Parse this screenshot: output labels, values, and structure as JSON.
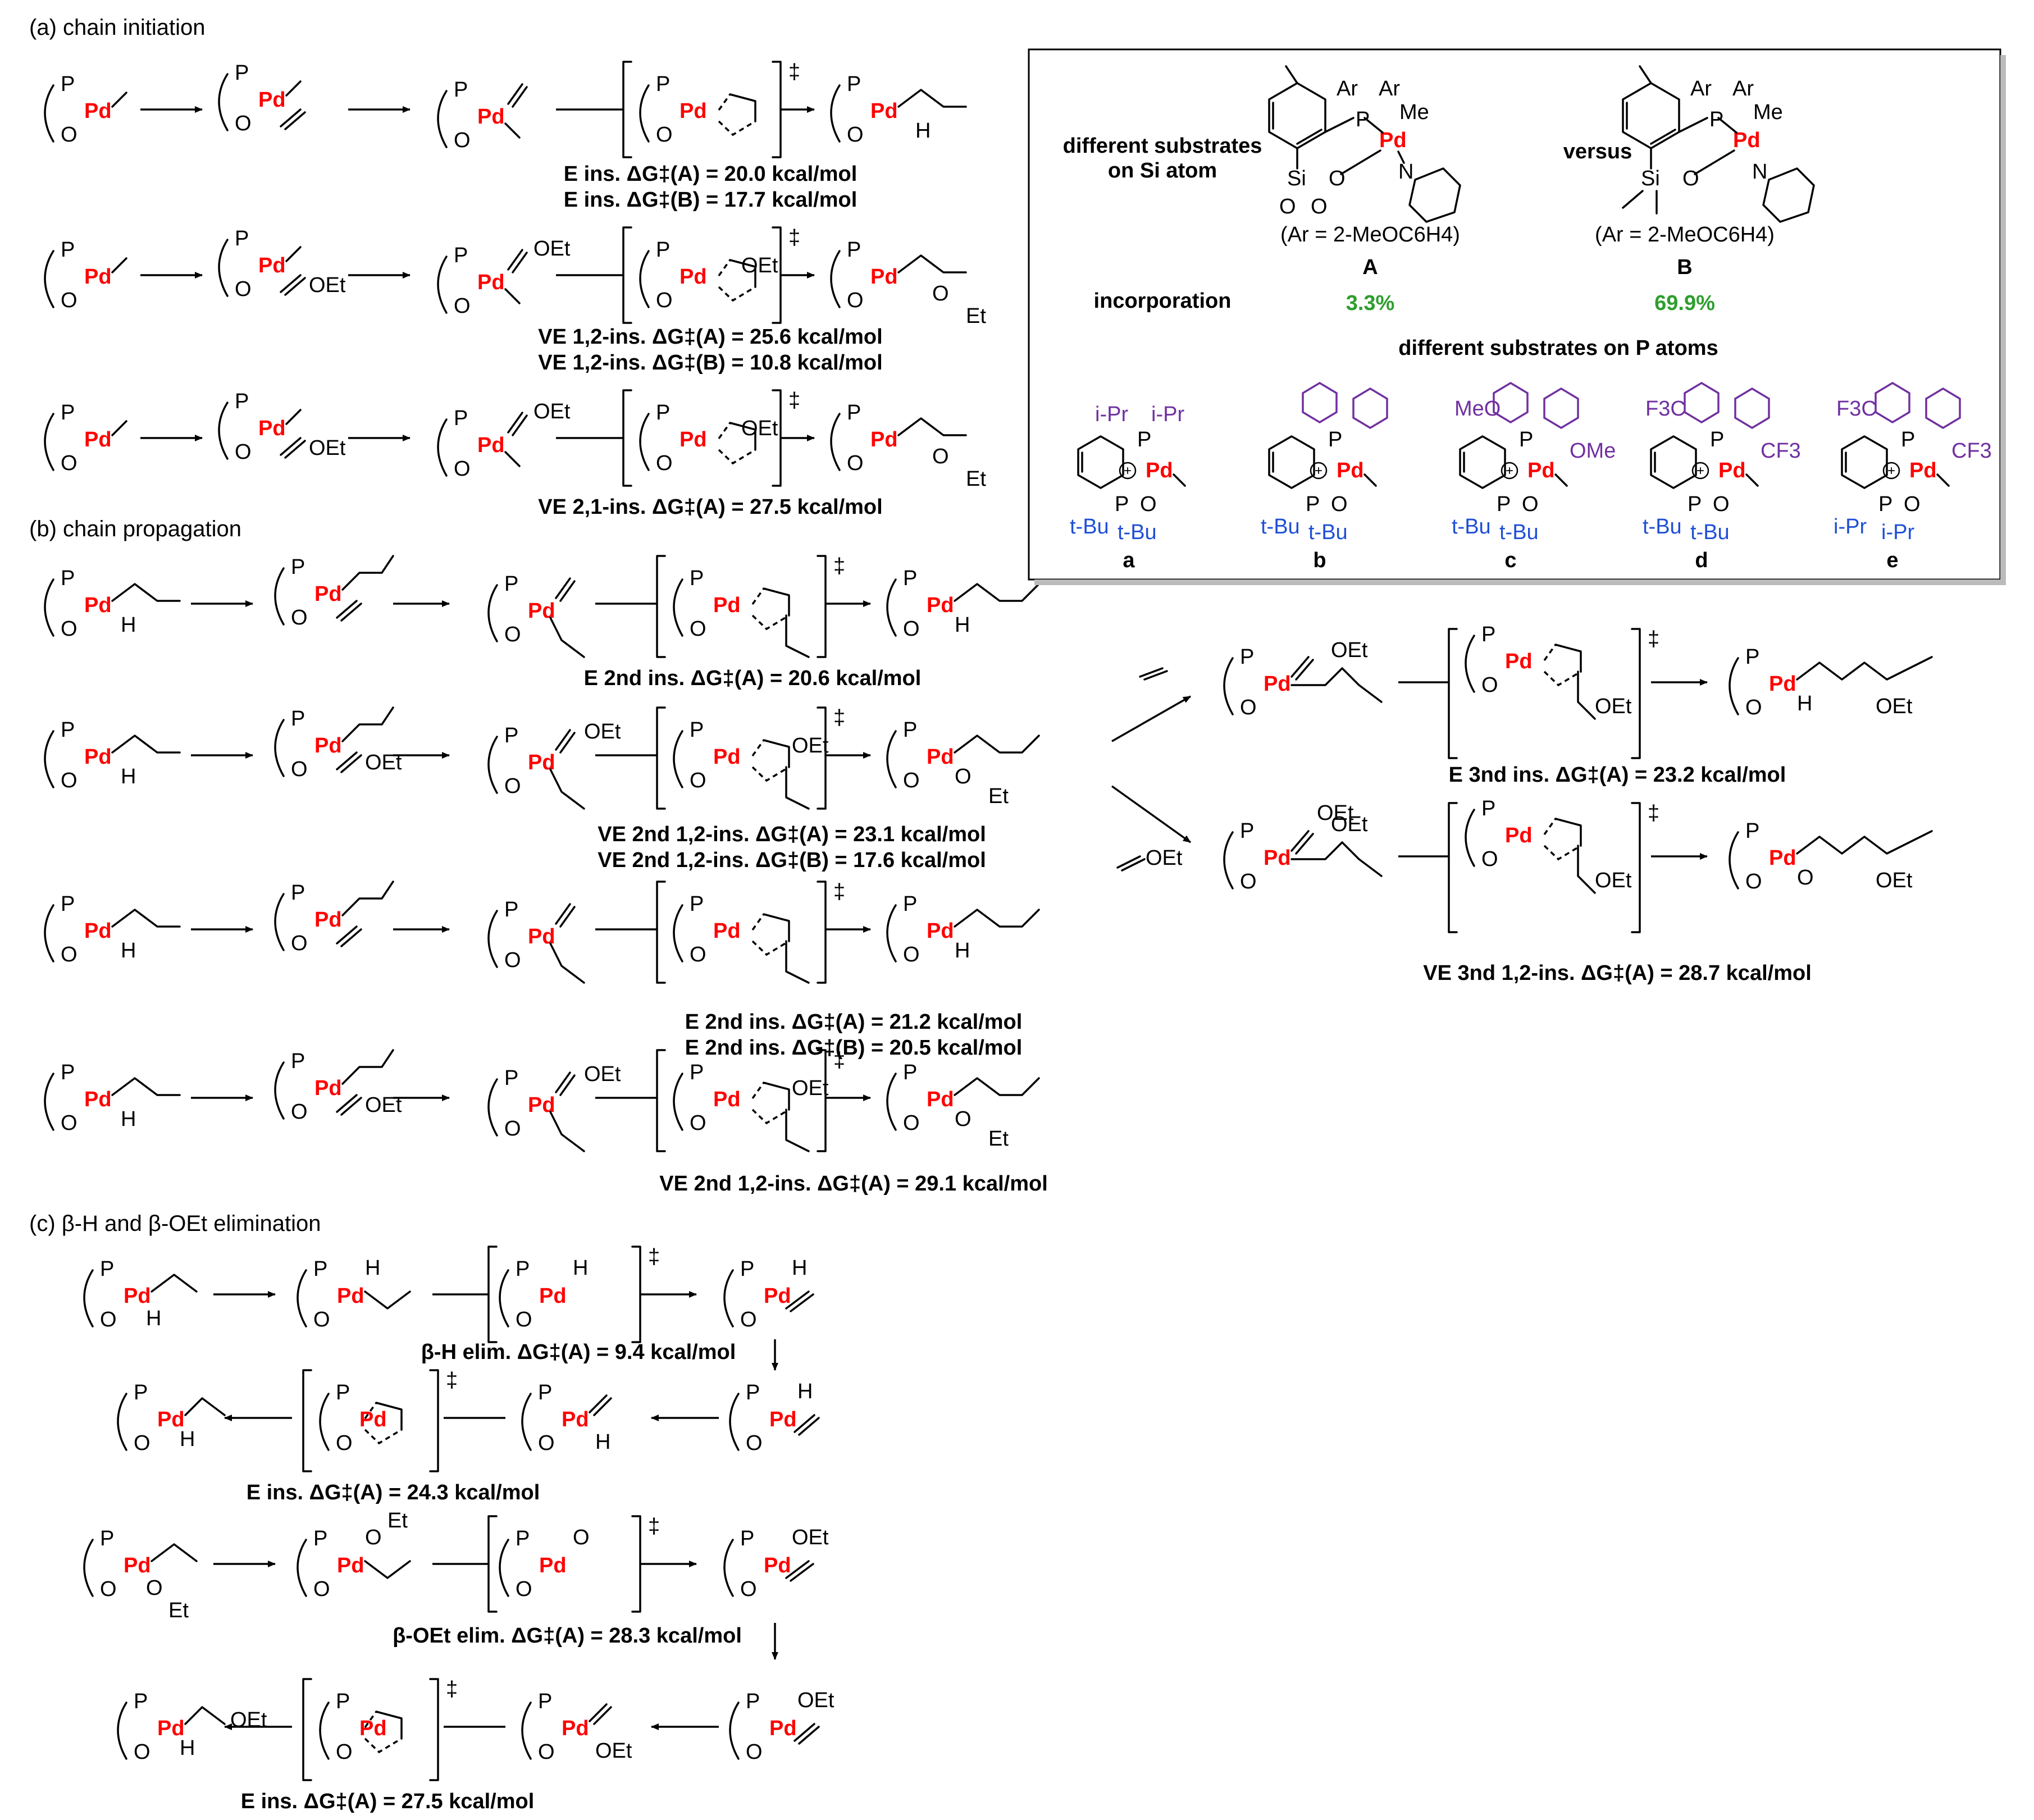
{
  "sections": {
    "a": "(a) chain initiation",
    "b": "(b) chain propagation",
    "c": "(c) β-H and β-OEt elimination"
  },
  "atoms": {
    "P": "P",
    "O": "O",
    "Pd": "Pd",
    "H": "H",
    "OEt": "OEt",
    "Et": "Et",
    "ts": "‡"
  },
  "labels": {
    "a1": [
      "E ins. ΔG‡(A) = 20.0 kcal/mol",
      "E ins. ΔG‡(B) = 17.7 kcal/mol"
    ],
    "a2": [
      "VE 1,2-ins. ΔG‡(A) = 25.6 kcal/mol",
      "VE 1,2-ins. ΔG‡(B) = 10.8 kcal/mol"
    ],
    "a3": [
      "VE 2,1-ins. ΔG‡(A) = 27.5 kcal/mol"
    ],
    "b1": [
      "E 2nd ins. ΔG‡(A) = 20.6 kcal/mol"
    ],
    "b2": [
      "VE 2nd 1,2-ins. ΔG‡(A) = 23.1 kcal/mol",
      "VE 2nd 1,2-ins. ΔG‡(B) = 17.6 kcal/mol"
    ],
    "b3": [
      "E 2nd ins. ΔG‡(A) = 21.2 kcal/mol",
      "E 2nd ins. ΔG‡(B) = 20.5 kcal/mol"
    ],
    "b4": [
      "VE 2nd 1,2-ins. ΔG‡(A) = 29.1 kcal/mol"
    ],
    "b5": [
      "E 3nd ins. ΔG‡(A) = 23.2 kcal/mol"
    ],
    "b6": [
      "VE 3nd 1,2-ins. ΔG‡(A) = 28.7 kcal/mol"
    ],
    "c1": [
      "β-H elim. ΔG‡(A) = 9.4 kcal/mol"
    ],
    "c2": [
      "E ins. ΔG‡(A) = 24.3 kcal/mol"
    ],
    "c3": [
      "β-OEt elim. ΔG‡(A) = 28.3 kcal/mol"
    ],
    "c4": [
      "E ins. ΔG‡(A) = 27.5 kcal/mol"
    ]
  },
  "inset": {
    "si_label": [
      "different substrates",
      "on Si atom"
    ],
    "versus": "versus",
    "ar_def_A": "(Ar = 2-MeOC6H4)",
    "ar_def_B": "(Ar = 2-MeOC6H4)",
    "cat_A": "A",
    "cat_B": "B",
    "incorporation_label": "incorporation",
    "incorporation_A": "3.3%",
    "incorporation_B": "69.9%",
    "p_label": "different substrates on P atoms",
    "ligands": [
      "a",
      "b",
      "c",
      "d",
      "e"
    ],
    "substituents": {
      "Ar": "Ar",
      "Me": "Me",
      "Si": "Si",
      "iPr": "i-Pr",
      "tBu": "t-Bu",
      "MeO": "MeO",
      "OMe": "OMe",
      "F3C": "F3C",
      "CF3": "CF3",
      "N": "N"
    }
  },
  "colors": {
    "pd": "#ff0000",
    "percent": "#2e9e2e",
    "aryl": "#7030a0",
    "alkyl": "#1f4fd6"
  }
}
